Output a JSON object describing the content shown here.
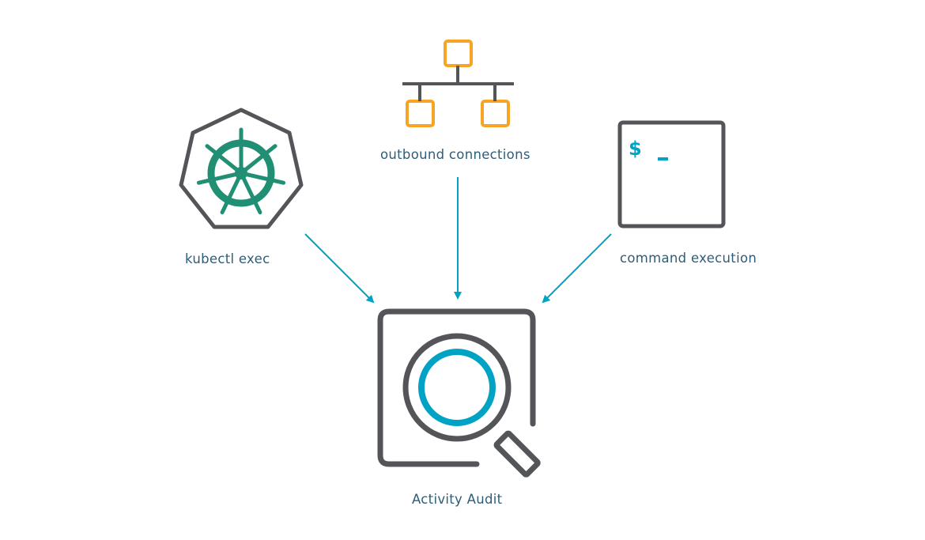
{
  "colors": {
    "gray": "#545559",
    "teal": "#01a3c4",
    "green": "#218f73",
    "orange": "#f7a425",
    "label": "#2f5d78"
  },
  "nodes": {
    "kubectl_exec": {
      "label": "kubectl exec",
      "icon": "kubernetes-helm-icon"
    },
    "outbound_connections": {
      "label": "outbound connections",
      "icon": "network-topology-icon"
    },
    "command_execution": {
      "label": "command execution",
      "icon": "terminal-icon",
      "terminal_prompt": "$",
      "terminal_cursor": "_"
    },
    "activity_audit": {
      "label": "Activity Audit",
      "icon": "magnifier-audit-icon"
    }
  },
  "edges": [
    {
      "from": "kubectl_exec",
      "to": "activity_audit"
    },
    {
      "from": "outbound_connections",
      "to": "activity_audit"
    },
    {
      "from": "command_execution",
      "to": "activity_audit"
    }
  ]
}
